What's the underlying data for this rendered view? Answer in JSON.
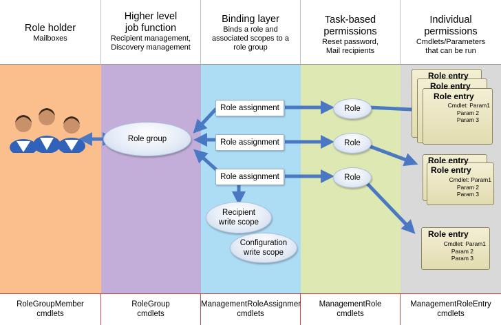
{
  "columns": [
    {
      "title": "Role holder",
      "subtitle": "Mailboxes",
      "footer": "RoleGroupMember\ncmdlets",
      "color": "#fbbf8d"
    },
    {
      "title": "Higher level\njob function",
      "subtitle": "Recipient management,\nDiscovery management",
      "footer": "RoleGroup\ncmdlets",
      "color": "#c2aed8"
    },
    {
      "title": "Binding layer",
      "subtitle": "Binds a role and\nassociated scopes to a\nrole group",
      "footer": "ManagementRoleAssignment\ncmdlets",
      "color": "#addcf5"
    },
    {
      "title": "Task-based\npermissions",
      "subtitle": "Reset password,\nMail recipients",
      "footer": "ManagementRole\ncmdlets",
      "color": "#dde8b3"
    },
    {
      "title": "Individual\npermissions",
      "subtitle": "Cmdlets/Parameters\nthat can be run",
      "footer": "ManagementRoleEntry\ncmdlets",
      "color": "#d9d9d9"
    }
  ],
  "role_group": "Role group",
  "role_assignment_label": "Role assignment",
  "role_label": "Role",
  "scopes": [
    "Recipient\nwrite scope",
    "Configuration\nwrite scope"
  ],
  "role_entry": {
    "title": "Role entry",
    "cmdlet_line": "Cmdlet: Param1",
    "params": [
      "Param 2",
      "Param 3"
    ]
  },
  "colors": {
    "arrow": "#4a78c2",
    "arrow_dark": "#3a63a8"
  }
}
